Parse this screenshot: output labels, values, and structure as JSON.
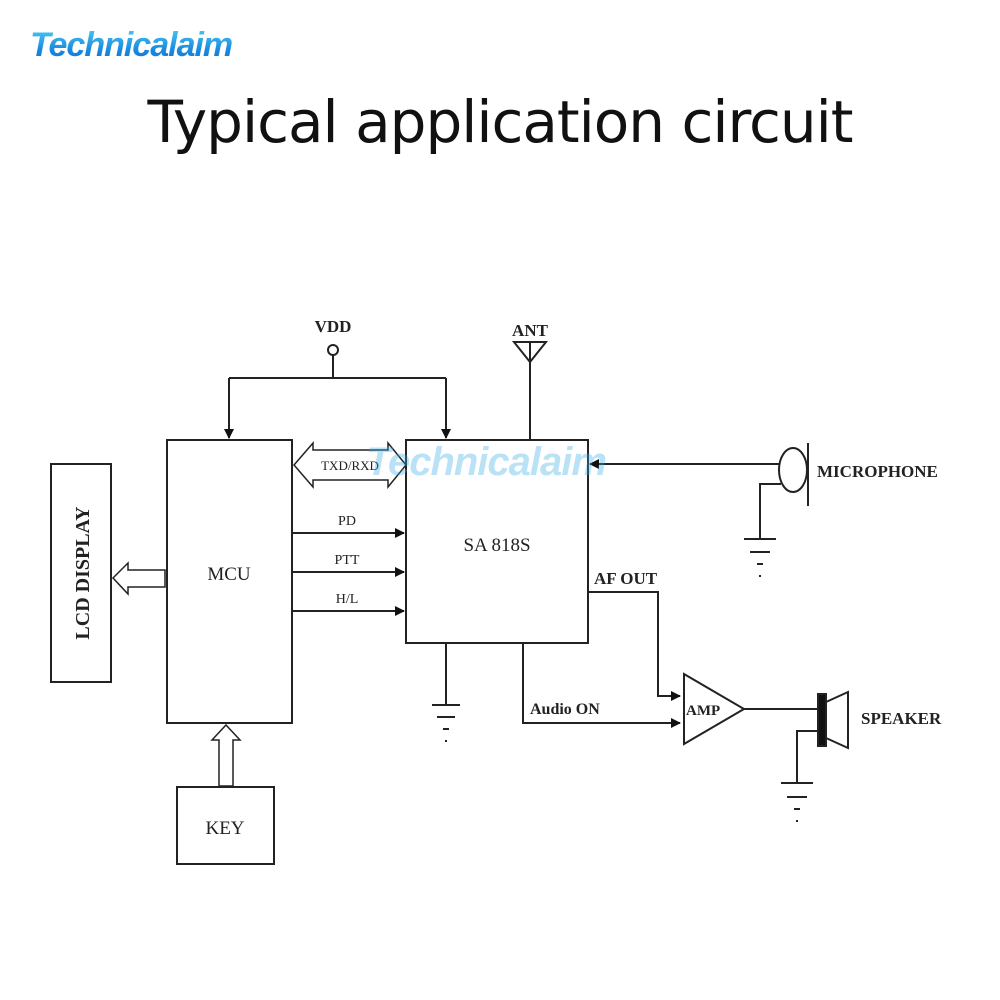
{
  "brand": {
    "logo_text": "Technicalaim",
    "watermark_text": "Technicalaim",
    "color": "#1a8be0"
  },
  "title": "Typical application circuit",
  "diagram": {
    "blocks": {
      "lcd": "LCD DISPLAY",
      "mcu": "MCU",
      "key": "KEY",
      "chip": "SA 818S",
      "amp": "AMP"
    },
    "signals": {
      "vdd": "VDD",
      "ant": "ANT",
      "txd_rxd": "TXD/RXD",
      "pd": "PD",
      "ptt": "PTT",
      "hl": "H/L",
      "af_out": "AF OUT",
      "audio_on": "Audio ON"
    },
    "peripherals": {
      "microphone": "MICROPHONE",
      "speaker": "SPEAKER"
    }
  }
}
